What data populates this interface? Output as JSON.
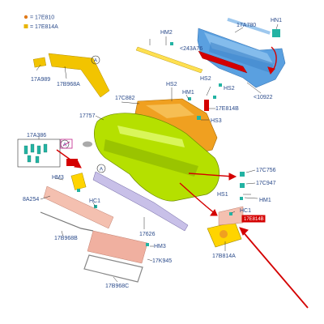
{
  "legend": [
    {
      "label": "= 17E810",
      "color": "#e07a1a"
    },
    {
      "label": "= 17E814A",
      "color": "#e8b400"
    }
  ],
  "parts": {
    "p17A989": "17A989",
    "p17B968A": "17B968A",
    "pHM2": "HM2",
    "p243A76": "<243A76",
    "p17A780": "17A780",
    "pHN1": "HN1",
    "p10922": "<10922",
    "pHS2a": "HS2",
    "pHS2b": "HS2",
    "pHM1a": "HM1",
    "p17C882": "17C882",
    "p17757": "17757",
    "p17E814B": "17E814B",
    "pHS3": "HS3",
    "p17A386": "17A386",
    "pHM3a": "HM3",
    "p8A254": "8A254",
    "p17B968B": "17B968B",
    "pHC1a": "HC1",
    "p17626": "17626",
    "pHM3b": "HM3",
    "p17K945": "17K945",
    "p17B968C": "17B968C",
    "p17C756": "17C756",
    "p17C947": "17C947",
    "pHS1": "HS1",
    "pHM1b": "HM1",
    "pHC1b": "HC1",
    "p17E814B_boxed": "17E814B",
    "p17B814A": "17B814A"
  },
  "callouts": {
    "A1": "A",
    "A2": "A",
    "A3": "A"
  },
  "colors": {
    "label": "#2a4a8a",
    "bumper": "#b5e000",
    "highlight_red": "#d40000",
    "reinforcement": "#ff9cc0",
    "absorber_blue": "#5aa0e0",
    "bracket_orange": "#f0a020",
    "grille_yellow": "#ffd400",
    "skid_pink": "#f0b0a0"
  }
}
